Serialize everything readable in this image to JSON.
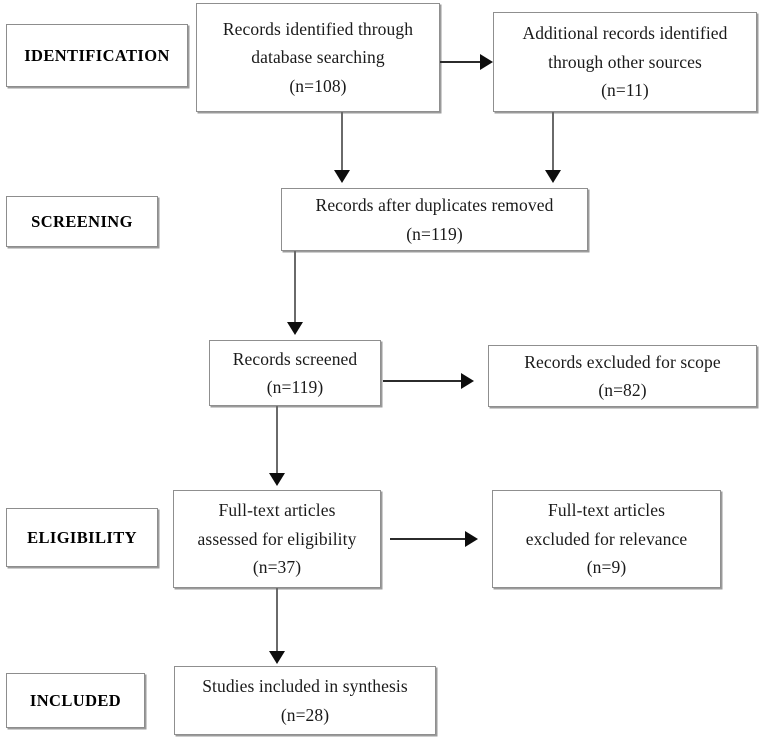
{
  "diagram": {
    "type": "prisma-flow-diagram",
    "stages": [
      {
        "id": "identification",
        "label": "IDENTIFICATION"
      },
      {
        "id": "screening",
        "label": "SCREENING"
      },
      {
        "id": "eligibility",
        "label": "ELIGIBILITY"
      },
      {
        "id": "included",
        "label": "INCLUDED"
      }
    ],
    "nodes": {
      "db_search": {
        "lines": [
          "Records identified through",
          "database searching",
          "(n=108)"
        ],
        "count": 108
      },
      "other_sources": {
        "lines": [
          "Additional records identified",
          "through other sources",
          "(n=11)"
        ],
        "count": 11
      },
      "after_duplicates": {
        "lines": [
          "Records after duplicates removed",
          "(n=119)"
        ],
        "count": 119
      },
      "records_screened": {
        "lines": [
          "Records screened",
          "(n=119)"
        ],
        "count": 119
      },
      "records_excluded": {
        "lines": [
          "Records excluded for scope",
          "(n=82)"
        ],
        "count": 82
      },
      "fulltext_assessed": {
        "lines": [
          "Full-text articles",
          "assessed for eligibility",
          "(n=37)"
        ],
        "count": 37
      },
      "fulltext_excluded": {
        "lines": [
          "Full-text articles",
          "excluded for relevance",
          "(n=9)"
        ],
        "count": 9
      },
      "studies_included": {
        "lines": [
          "Studies included in synthesis",
          "(n=28)"
        ],
        "count": 28
      }
    },
    "colors": {
      "box_border": "#8f8f8f",
      "box_shadow": "#9b9b9b",
      "arrow": "#0d0d0d",
      "connector": "#6a6a6a",
      "background": "#ffffff",
      "text": "#1a1a1a"
    }
  }
}
